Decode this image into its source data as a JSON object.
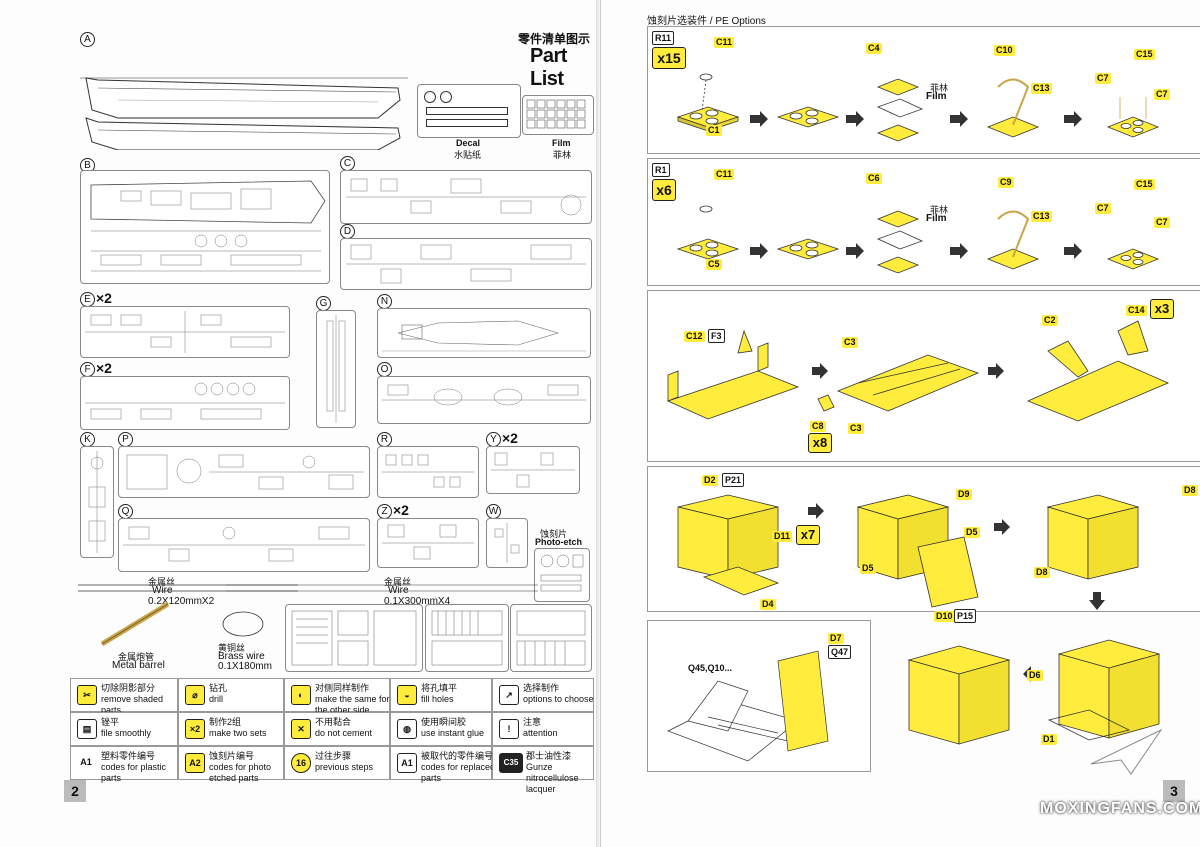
{
  "left_page": {
    "title_cn": "零件清单图示",
    "title_en": "Part List",
    "sprue_letters": [
      "A",
      "B",
      "C",
      "D",
      "E",
      "F",
      "G",
      "N",
      "O",
      "K",
      "P",
      "R",
      "Y",
      "Q",
      "Z",
      "W"
    ],
    "multipliers": {
      "E": "×2",
      "F": "×2",
      "Y": "×2",
      "Z": "×2"
    },
    "decal_en": "Decal",
    "decal_cn": "水贴纸",
    "film_en": "Film",
    "film_cn": "菲林",
    "photo_etch_cn": "蚀刻片",
    "photo_etch_en": "Photo-etch",
    "wire1_cn": "金属丝",
    "wire1_en": "Wire",
    "wire1_size": "0.2X120mmX2",
    "wire2_cn": "金属丝",
    "wire2_en": "Wire",
    "wire2_size": "0.1X300mmX4",
    "barrel_cn": "金属炮管",
    "barrel_en": "Metal barrel",
    "brass_cn": "黄铜丝",
    "brass_en": "Brass wire",
    "brass_size": "0.1X180mm",
    "page_number": "2",
    "legend": [
      {
        "icon": "✂",
        "cn": "切除阴影部分",
        "en": "remove shaded parts"
      },
      {
        "icon": "⌀",
        "cn": "钻孔",
        "en": "drill"
      },
      {
        "icon": "◐",
        "cn": "对侧同样制作",
        "en": "make the same for the other side"
      },
      {
        "icon": "◒",
        "cn": "将孔填平",
        "en": "fill holes"
      },
      {
        "icon": "↗",
        "cn": "选择制作",
        "en": "options to choose"
      },
      {
        "icon": "▤",
        "cn": "锉平",
        "en": "file smoothly"
      },
      {
        "icon": "×2",
        "cn": "制作2组",
        "en": "make two sets"
      },
      {
        "icon": "✕",
        "cn": "不用黏合",
        "en": "do not cement"
      },
      {
        "icon": "◍",
        "cn": "使用瞬间胶",
        "en": "use instant glue"
      },
      {
        "icon": "!",
        "cn": "注意",
        "en": "attention"
      },
      {
        "icon": "A1",
        "cn": "塑料零件编号",
        "en": "codes for plastic parts"
      },
      {
        "icon": "A2",
        "cn": "蚀刻片编号",
        "en": "codes for photo etched parts"
      },
      {
        "icon": "16",
        "cn": "过往步骤",
        "en": "previous steps"
      },
      {
        "icon": "A1",
        "cn": "被取代的零件编号",
        "en": "codes for replaced parts"
      },
      {
        "icon": "C35",
        "cn": "郡士油性漆",
        "en": "Gunze nitrocellulose lacquer"
      }
    ]
  },
  "right_page": {
    "header": "蚀刻片选装件 / PE Options",
    "page_number": "3",
    "watermark": "MOXINGFANS.COM",
    "step1": {
      "ref": "R11",
      "count": "x15",
      "parts": [
        "C11",
        "C1",
        "C4",
        "C10",
        "C13",
        "C15",
        "C7",
        "C7"
      ],
      "film_cn": "菲林",
      "film_en": "Film"
    },
    "step2": {
      "ref": "R1",
      "count": "x6",
      "parts": [
        "C11",
        "C5",
        "C6",
        "C9",
        "C13",
        "C15",
        "C7",
        "C7"
      ],
      "film_cn": "菲林",
      "film_en": "Film"
    },
    "step3": {
      "parts": [
        "C12",
        "F3",
        "C3",
        "C3",
        "C8",
        "C2",
        "C14"
      ],
      "c8_count": "x8",
      "c14_count": "x3"
    },
    "step4": {
      "parts": [
        "D2",
        "P21",
        "D11",
        "D4",
        "D9",
        "D5",
        "D5",
        "D10",
        "P15",
        "D8",
        "D8"
      ],
      "d11_count": "x7"
    },
    "step5": {
      "parts": [
        "D7",
        "Q47",
        "D6",
        "D1"
      ],
      "note": "Q45,Q10..."
    }
  }
}
